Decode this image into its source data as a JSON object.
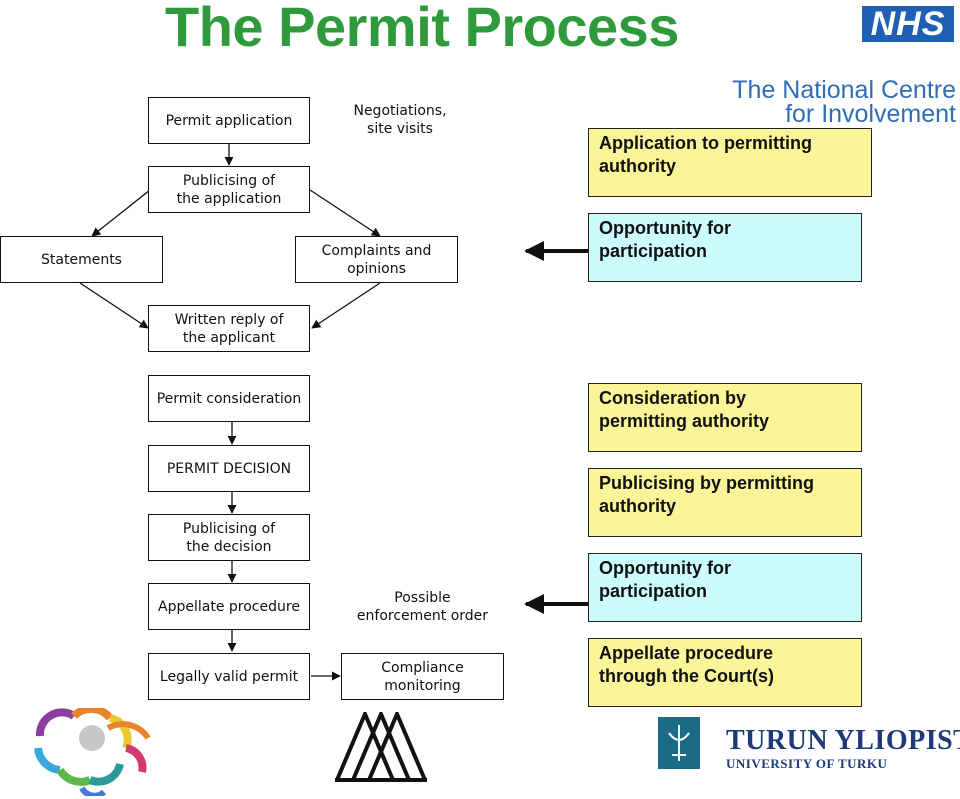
{
  "title": "The Permit Process",
  "logos": {
    "nhs": "NHS",
    "ncfi_line1": "The National Centre",
    "ncfi_line2": "for Involvement",
    "turku_main": "TURUN YLIOPISTO",
    "turku_sub": "UNIVERSITY OF TURKU"
  },
  "flowchart": {
    "permit_application": "Permit application",
    "publicising_application": "Publicising of\nthe application",
    "statements": "Statements",
    "complaints": "Complaints and\nopinions",
    "written_reply": "Written reply of\nthe applicant",
    "permit_consideration": "Permit consideration",
    "permit_decision": "PERMIT DECISION",
    "publicising_decision": "Publicising of\nthe decision",
    "appellate_procedure": "Appellate procedure",
    "legally_valid_permit": "Legally valid permit",
    "compliance_monitoring": "Compliance\nmonitoring"
  },
  "notes": {
    "negotiations": "Negotiations,\nsite visits",
    "enforcement": "Possible\nenforcement order"
  },
  "right_panel": {
    "application": "Application to permitting\nauthority",
    "opportunity_1": "Opportunity for\nparticipation",
    "consideration": "Consideration by\npermitting authority",
    "publicising": "Publicising by permitting\nauthority",
    "opportunity_2": "Opportunity for\nparticipation",
    "appellate": "Appellate procedure\nthrough the Court(s)"
  },
  "colors": {
    "title_green": "#2e9a3c",
    "nhs_blue": "#1f5fb4",
    "yellow_box": "#fbf59a",
    "cyan_box": "#ccfcfd"
  }
}
